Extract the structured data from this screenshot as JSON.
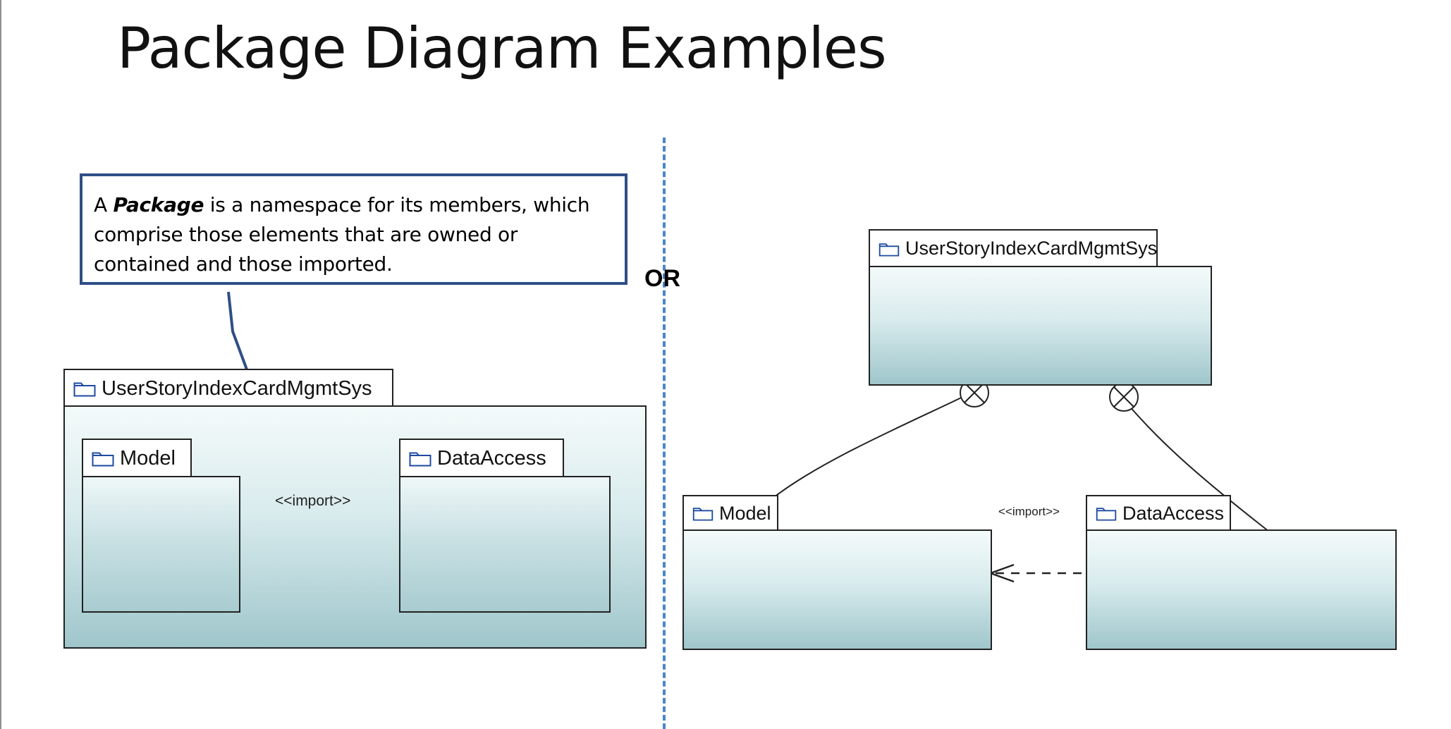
{
  "page": {
    "title": "Package Diagram Examples",
    "separator_text": "OR"
  },
  "note": {
    "prefix": "A ",
    "keyword": "Package",
    "suffix": " is a namespace for its members, which comprise those elements that are owned or contained and those imported."
  },
  "left_diagram": {
    "outer_package": "UserStoryIndexCardMgmtSys",
    "model_package": "Model",
    "data_access_package": "DataAccess",
    "import_label": "<<import>>"
  },
  "right_diagram": {
    "parent_package": "UserStoryIndexCardMgmtSys",
    "model_package": "Model",
    "data_access_package": "DataAccess",
    "import_label": "<<import>>"
  },
  "colors": {
    "note_border": "#2e4f86",
    "divider": "#4a86c8",
    "package_fill_top": "#f4fafa",
    "package_fill_bottom": "#9fc6cb"
  }
}
